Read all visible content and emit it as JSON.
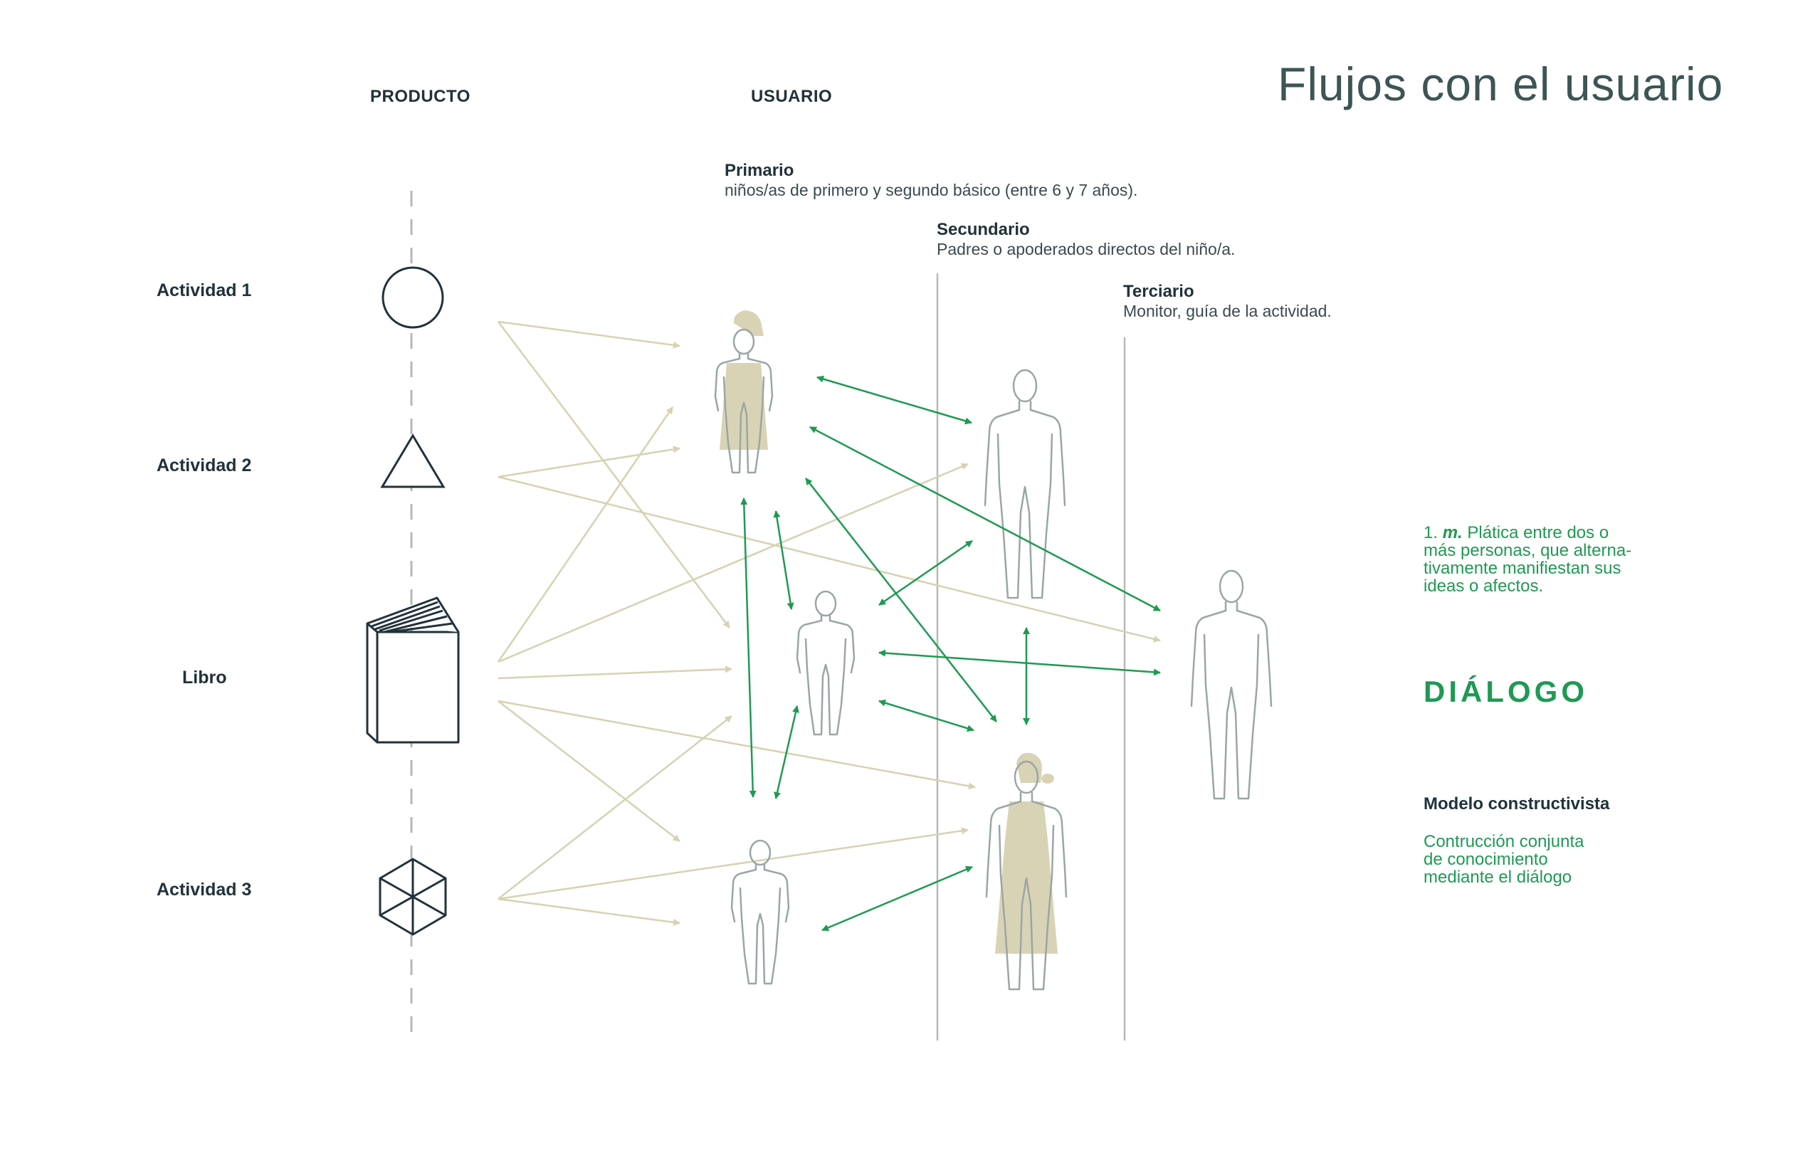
{
  "header": {
    "title": "Flujos con el usuario",
    "product_label": "PRODUCTO",
    "user_label": "USUARIO"
  },
  "products": [
    {
      "label": "Actividad 1",
      "icon": "circle-icon"
    },
    {
      "label": "Actividad 2",
      "icon": "triangle-icon"
    },
    {
      "label": "Libro",
      "icon": "book-icon"
    },
    {
      "label": "Actividad 3",
      "icon": "hexagon-icon"
    }
  ],
  "users": {
    "primary": {
      "title": "Primario",
      "description": "niños/as de primero y segundo básico (entre 6 y 7 años)."
    },
    "secondary": {
      "title": "Secundario",
      "description": "Padres o apoderados directos del niño/a."
    },
    "tertiary": {
      "title": "Terciario",
      "description": "Monitor, guía de la actividad."
    }
  },
  "definition": {
    "number": "1.",
    "abbr": "m.",
    "lines": [
      "Plática entre dos o",
      "más personas, que alterna-",
      "tivamente manifiestan sus",
      "ideas o afectos."
    ]
  },
  "dialogo": "DIÁLOGO",
  "model": {
    "title": "Modelo constructivista",
    "lines": [
      "Contrucción conjunta",
      "de conocimiento",
      "mediante el diálogo"
    ]
  },
  "colors": {
    "accent_green": "#1e9a52",
    "flow_beige": "#d6d2b2",
    "figure_gray": "#9aa6a6",
    "figure_fill": "#d9d3b5",
    "icon_dark": "#22323a",
    "divider": "#b5b9b3"
  }
}
